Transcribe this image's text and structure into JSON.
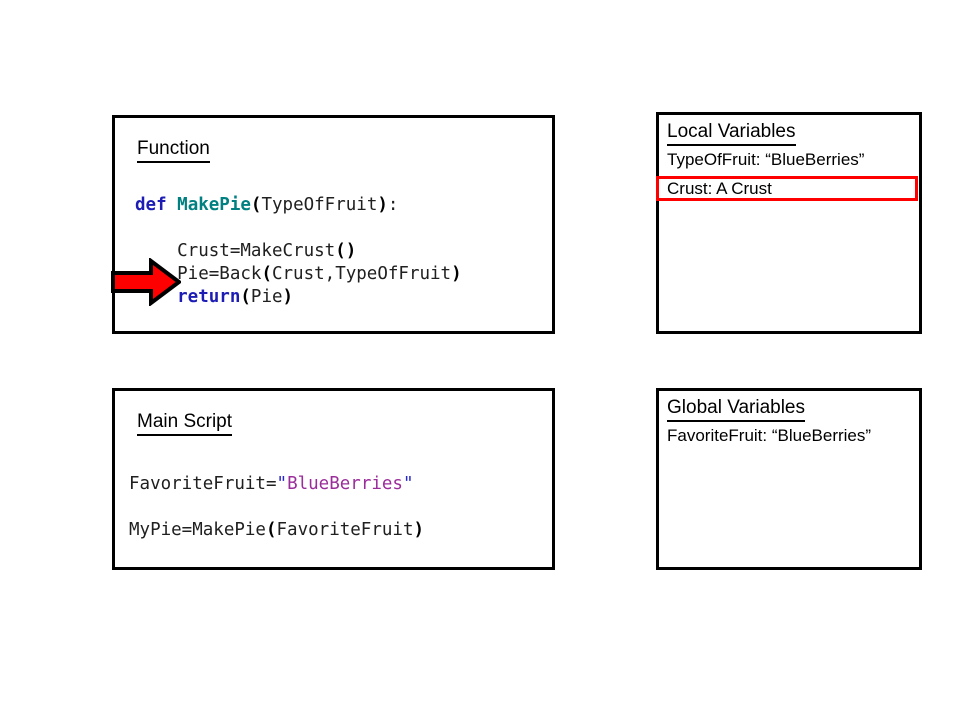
{
  "diagram": {
    "title": "Python function call scope diagram",
    "colors": {
      "panel_border": "#000000",
      "highlight_border": "#ff0000",
      "arrow_fill": "#ff0000",
      "arrow_outline": "#000000",
      "keyword": "#1d1db5",
      "function_name": "#008080",
      "string_literal": "#9b2d9b",
      "quote": "#2828c8",
      "plain_code": "#202020"
    }
  },
  "function_panel": {
    "heading": "Function",
    "code_lines": [
      {
        "tokens": [
          {
            "text": "def ",
            "style": "kw"
          },
          {
            "text": "MakePie",
            "style": "fn"
          },
          {
            "text": "(",
            "style": "paren"
          },
          {
            "text": "TypeOfFruit",
            "style": "plain"
          },
          {
            "text": ")",
            "style": "paren"
          },
          {
            "text": ":",
            "style": "plain"
          }
        ]
      },
      {
        "tokens": []
      },
      {
        "tokens": [
          {
            "text": "    Crust=MakeCrust",
            "style": "plain"
          },
          {
            "text": "()",
            "style": "paren"
          }
        ]
      },
      {
        "tokens": [
          {
            "text": "    Pie=Back",
            "style": "plain"
          },
          {
            "text": "(",
            "style": "paren"
          },
          {
            "text": "Crust,TypeOfFruit",
            "style": "plain"
          },
          {
            "text": ")",
            "style": "paren"
          }
        ]
      },
      {
        "tokens": [
          {
            "text": "    return",
            "style": "kw"
          },
          {
            "text": "(",
            "style": "paren"
          },
          {
            "text": "Pie",
            "style": "plain"
          },
          {
            "text": ")",
            "style": "paren"
          }
        ]
      }
    ]
  },
  "main_script_panel": {
    "heading": "Main Script",
    "code_lines": [
      {
        "tokens": [
          {
            "text": "FavoriteFruit=",
            "style": "plain"
          },
          {
            "text": "\"",
            "style": "quote"
          },
          {
            "text": "BlueBerries",
            "style": "str"
          },
          {
            "text": "\"",
            "style": "quote"
          }
        ]
      },
      {
        "tokens": []
      },
      {
        "tokens": [
          {
            "text": "MyPie=MakePie",
            "style": "plain"
          },
          {
            "text": "(",
            "style": "paren"
          },
          {
            "text": "FavoriteFruit",
            "style": "plain"
          },
          {
            "text": ")",
            "style": "paren"
          }
        ]
      }
    ]
  },
  "local_variables_panel": {
    "heading": "Local Variables",
    "variables": [
      {
        "text": "TypeOfFruit: “BlueBerries”",
        "highlighted": false
      },
      {
        "text": "Crust: A Crust",
        "highlighted": true
      }
    ]
  },
  "global_variables_panel": {
    "heading": "Global Variables",
    "variables": [
      {
        "text": "FavoriteFruit: “BlueBerries”",
        "highlighted": false
      }
    ]
  },
  "execution_pointer": {
    "icon": "right-arrow-icon",
    "points_to_line": "Pie=Back(Crust,TypeOfFruit)"
  }
}
